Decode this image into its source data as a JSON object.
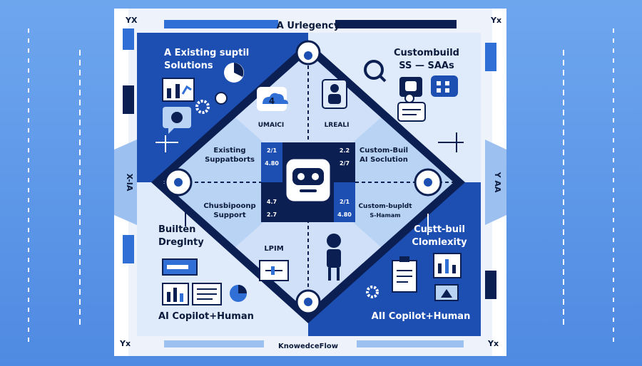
{
  "header": {
    "title": "A Urlegency",
    "corner_left": "YX",
    "corner_right": "Yx"
  },
  "footer": {
    "title": "KnowedceFlow",
    "corner_left": "Yx",
    "corner_right": "Yx"
  },
  "side": {
    "left": "X-IA",
    "right": "Y AA"
  },
  "quadrants": {
    "top_left": {
      "title_line1": "A Existing suptil",
      "title_line2": "Solutions"
    },
    "top_right": {
      "title_line1": "Custombuild",
      "title_line2": "SS — SAAs"
    },
    "bottom_left": {
      "title_line1": "Builten",
      "title_line2": "Dreglnty",
      "bottom_label": "AI Copilot+Human"
    },
    "bottom_right": {
      "title_line1": "Custt-buil",
      "title_line2": "Clomlexity",
      "bottom_label": "AII Copilot+Human"
    }
  },
  "diamond": {
    "top_left_tag": "UMAICI",
    "top_right_tag": "LREALI",
    "top_left_badge": "4",
    "bottom_tag": "LPIM",
    "cells": {
      "tl_line1": "Existing",
      "tl_line2": "Suppatborts",
      "tr_line1": "Custom-Buil",
      "tr_line2": "AI Soclution",
      "bl_line1": "Chusbipoonp",
      "bl_line2": "Support",
      "br_line1": "Custom-bupldt",
      "br_line2": "S-Hamam"
    },
    "scores": {
      "tl_a": "2/1",
      "tl_b": "4.80",
      "tr_a": "2.2",
      "tr_b": "2/7",
      "bl_a": "4.7",
      "bl_b": "2.7",
      "br_a": "2/1",
      "br_b": "4.80"
    }
  },
  "colors": {
    "navy": "#0b1f52",
    "blue": "#2f6fd6",
    "light": "#b9d3f5",
    "pale": "#dfeafb",
    "frame": "#eef3fb"
  },
  "icons": [
    "robot-icon",
    "eye-icon",
    "chart-icon",
    "chat-icon",
    "gear-icon",
    "cloud-icon",
    "person-icon",
    "clipboard-icon"
  ]
}
